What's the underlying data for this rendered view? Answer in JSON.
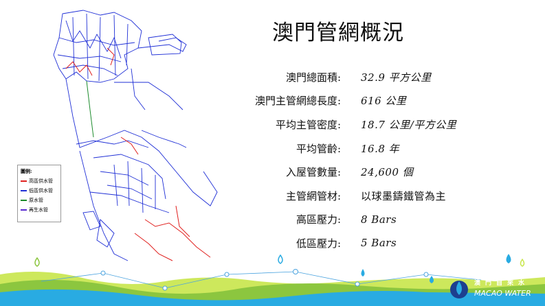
{
  "title": "澳門管網概況",
  "legend": {
    "title": "圖例:",
    "items": [
      {
        "label": "高區供水管",
        "color": "#e0201e"
      },
      {
        "label": "低區供水管",
        "color": "#1f2fd6"
      },
      {
        "label": "原水管",
        "color": "#1a8a2a"
      },
      {
        "label": "再生水管",
        "color": "#5a2ad0"
      }
    ]
  },
  "stats": [
    {
      "label": "澳門總面積:",
      "value": "32.9 平方公里"
    },
    {
      "label": "澳門主管網總長度:",
      "value": "616 公里"
    },
    {
      "label": "平均主管密度:",
      "value": "18.7 公里/平方公里"
    },
    {
      "label": "平均管齡:",
      "value": "16.8 年"
    },
    {
      "label": "入屋管數量:",
      "value": "24,600 個"
    },
    {
      "label": "主管網管材:",
      "value": "以球墨鑄鐵管為主"
    },
    {
      "label": "高區壓力:",
      "value": "8 Bars"
    },
    {
      "label": "低區壓力:",
      "value": "5 Bars"
    }
  ],
  "logo": {
    "zh": "澳門自來水",
    "en": "MACAO WATER"
  },
  "colors": {
    "green": "#8cc63f",
    "blue": "#29abe2",
    "navy": "#1d3f8f",
    "light_green": "#c8e64a"
  }
}
